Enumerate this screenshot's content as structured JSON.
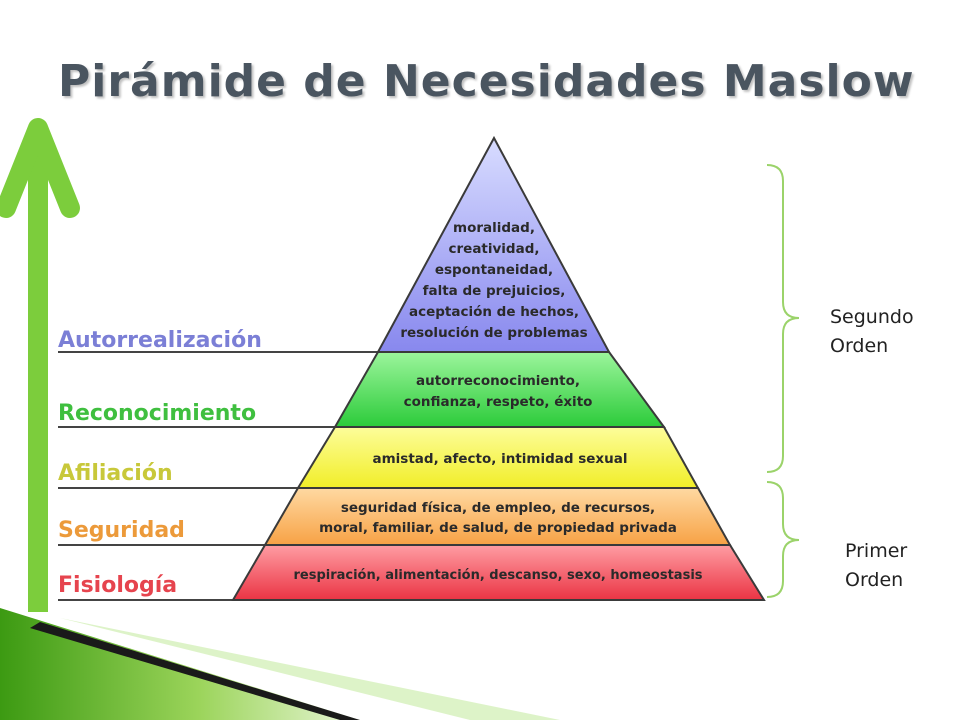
{
  "title": "Pirámide de Necesidades Maslow",
  "levels": [
    {
      "name": "Autorrealización",
      "color": "#7b7fd6",
      "lines": [
        "moralidad,",
        "creatividad,",
        "espontaneidad,",
        "falta de prejuicios,",
        "aceptación de hechos,",
        "resolución de problemas"
      ]
    },
    {
      "name": "Reconocimiento",
      "color": "#3fbf3f",
      "lines": [
        "autorreconocimiento,",
        "confianza, respeto, éxito"
      ]
    },
    {
      "name": "Afiliación",
      "color": "#c8c83a",
      "lines": [
        "amistad, afecto, intimidad sexual"
      ]
    },
    {
      "name": "Seguridad",
      "color": "#ec9a3a",
      "lines": [
        "seguridad física, de empleo, de recursos,",
        "moral, familiar, de salud, de propiedad privada"
      ]
    },
    {
      "name": "Fisiología",
      "color": "#e6444e",
      "lines": [
        "respiración, alimentación, descanso, sexo, homeostasis"
      ]
    }
  ],
  "groups": {
    "second": "Segundo\nOrden",
    "first": "Primer\nOrden"
  },
  "colors": {
    "arrow": "#7ccd3c",
    "bracket": "#9bd36a",
    "title": "#4a5560"
  }
}
